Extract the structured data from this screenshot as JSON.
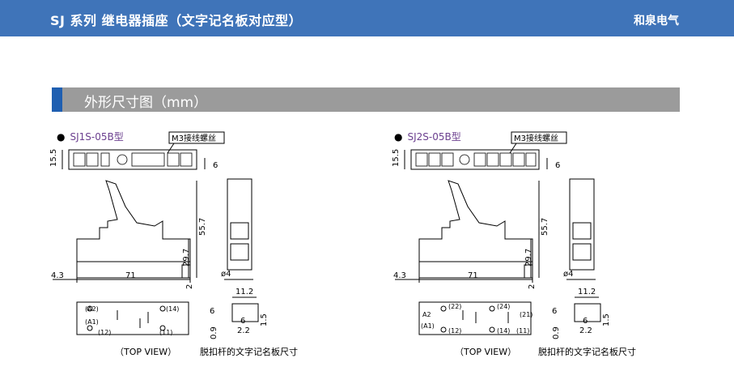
{
  "header": {
    "title": "SJ 系列 继电器插座（文字记名板对应型）",
    "brand": "和泉电气"
  },
  "section": {
    "title": "外形尺寸图（mm）"
  },
  "panels": [
    {
      "model": "SJ1S-05B型",
      "screw_label": "M3接线螺丝",
      "dims": {
        "h_top": "15.5",
        "side6": "6",
        "h_total": "55.7",
        "h_body": "29.7",
        "left_offset": "4.3",
        "width": "71",
        "base_h": "2",
        "hole": "ø4",
        "plate_w": "11.2",
        "plate_h": "6",
        "plate_d": "0.9",
        "plate_6b": "6",
        "plate_22": "2.2",
        "plate_15": "1.5"
      },
      "terminals": [
        "(A2)",
        "(14)",
        "(A1)",
        "(12)",
        "(11)"
      ],
      "top_view": "（TOP VIEW）",
      "plate_caption": "脱扣杆的文字记名板尺寸"
    },
    {
      "model": "SJ2S-05B型",
      "screw_label": "M3接线螺丝",
      "dims": {
        "h_top": "15.5",
        "side6": "6",
        "h_total": "55.7",
        "h_body": "29.7",
        "left_offset": "4.3",
        "width": "71",
        "base_h": "2",
        "hole": "ø4",
        "plate_w": "11.2",
        "plate_h": "6",
        "plate_d": "0.9",
        "plate_6b": "6",
        "plate_22": "2.2",
        "plate_15": "1.5"
      },
      "terminals": [
        "(22)",
        "(24)",
        "A2",
        "(21)",
        "(A1)",
        "(12)",
        "(14)",
        "(11)"
      ],
      "top_view": "（TOP VIEW）",
      "plate_caption": "脱扣杆的文字记名板尺寸"
    }
  ]
}
